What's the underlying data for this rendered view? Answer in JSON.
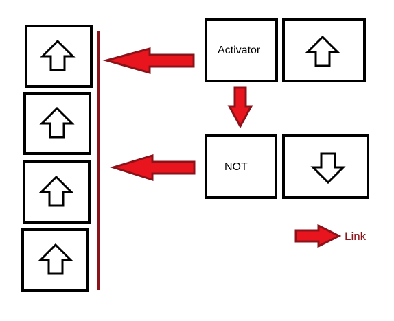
{
  "colors": {
    "background": "#ffffff",
    "box_stroke": "#000000",
    "arrow_fill": "#e8151f",
    "arrow_stroke": "#8b1218",
    "bus_line": "#8b1218",
    "legend_text": "#8b1218"
  },
  "nodes": {
    "activator": {
      "label": "Activator"
    },
    "activator_state": {
      "icon": "up-arrow-icon"
    },
    "not_gate": {
      "label": "NOT"
    },
    "not_state": {
      "icon": "down-arrow-icon"
    },
    "output_column": [
      {
        "icon": "up-arrow-icon"
      },
      {
        "icon": "up-arrow-icon"
      },
      {
        "icon": "up-arrow-icon"
      },
      {
        "icon": "up-arrow-icon"
      }
    ]
  },
  "legend": {
    "label": "Link",
    "icon": "red-arrow-icon"
  }
}
